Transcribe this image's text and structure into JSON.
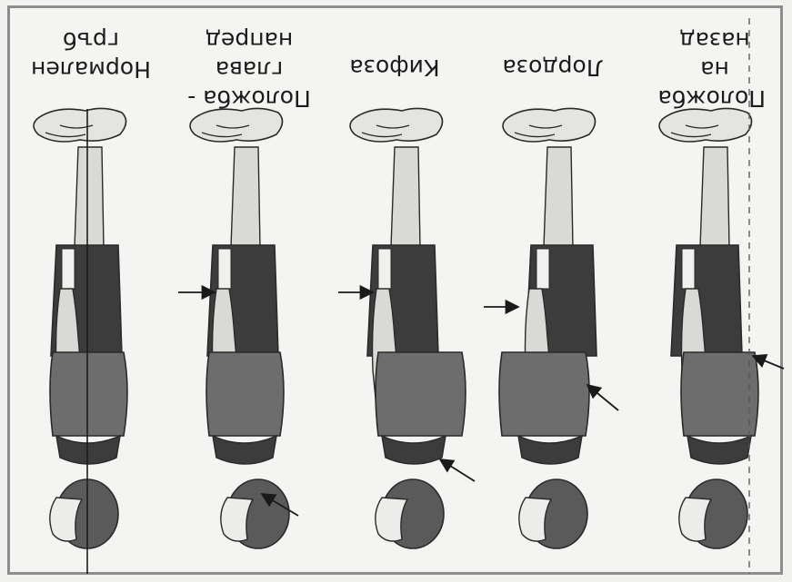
{
  "figure": {
    "orientation": "upside-down",
    "postures": [
      {
        "id": "normal",
        "label": "Нормален\nгръб"
      },
      {
        "id": "forward-head",
        "label": "Положба -\nглава напред"
      },
      {
        "id": "kyphosis",
        "label": "Кифоза"
      },
      {
        "id": "lordosis",
        "label": "Лордоза"
      },
      {
        "id": "sway-back",
        "label": "Положба\nна назад"
      }
    ]
  }
}
